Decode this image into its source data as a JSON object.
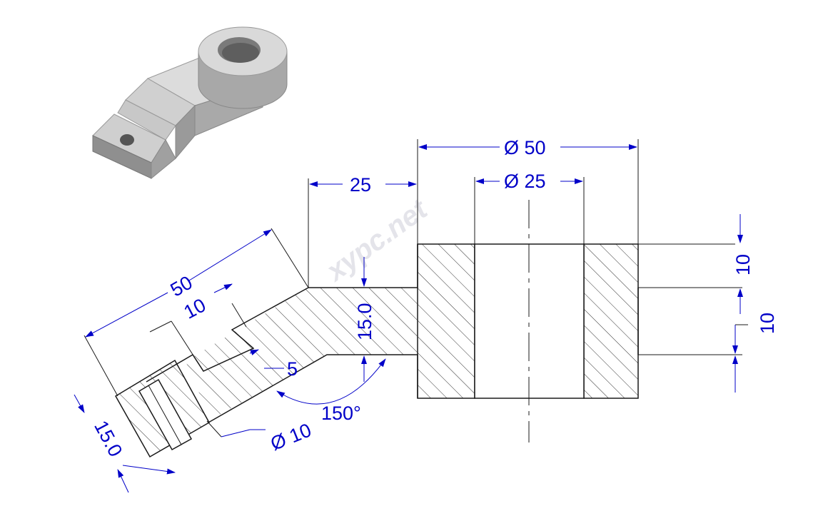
{
  "colors": {
    "outline": "#1a1a1a",
    "hatch": "#333333",
    "dimension": "#0000c8",
    "watermark": "#e4e4ea",
    "part_light": "#d8d8d8",
    "part_mid": "#b4b4b4",
    "part_dark": "#8c8c8c"
  },
  "isometric_view": {
    "icon": "rocker-arm-3d-model-icon"
  },
  "watermark": "xypc.net",
  "dimensions": {
    "diameter_50": "Ø 50",
    "diameter_25": "Ø 25",
    "width_25": "25",
    "arm_length_50": "50",
    "slot_10": "10",
    "height_15_center": "15.0",
    "offset_5": "5",
    "angle_150": "150°",
    "hole_diameter_10": "Ø 10",
    "height_15_left": "15.0",
    "right_10_top": "10",
    "right_10_bottom": "10"
  }
}
